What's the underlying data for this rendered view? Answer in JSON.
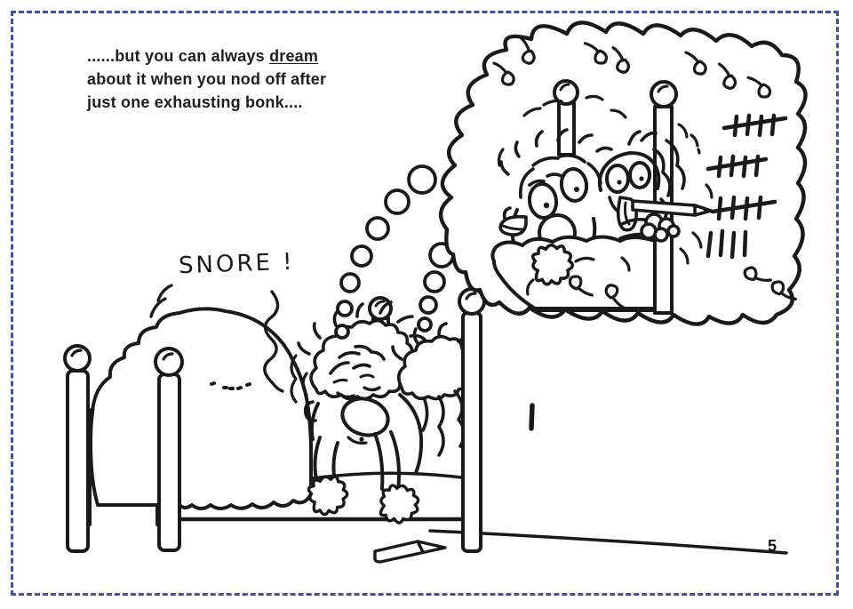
{
  "page": {
    "background": "#ffffff",
    "border_color": "#3f51a0",
    "ink_color": "#1a1a1a",
    "page_number": "5"
  },
  "caption": {
    "line1_prefix": "......but you can always ",
    "line1_underlined": "dream",
    "line2": "about it when you nod off after",
    "line3": "just one exhausting bonk...."
  },
  "cartoon": {
    "sound_effect": "SNORE !",
    "dream_tally_groups": [
      5,
      5,
      5,
      4
    ],
    "real_tally_count": 1
  }
}
